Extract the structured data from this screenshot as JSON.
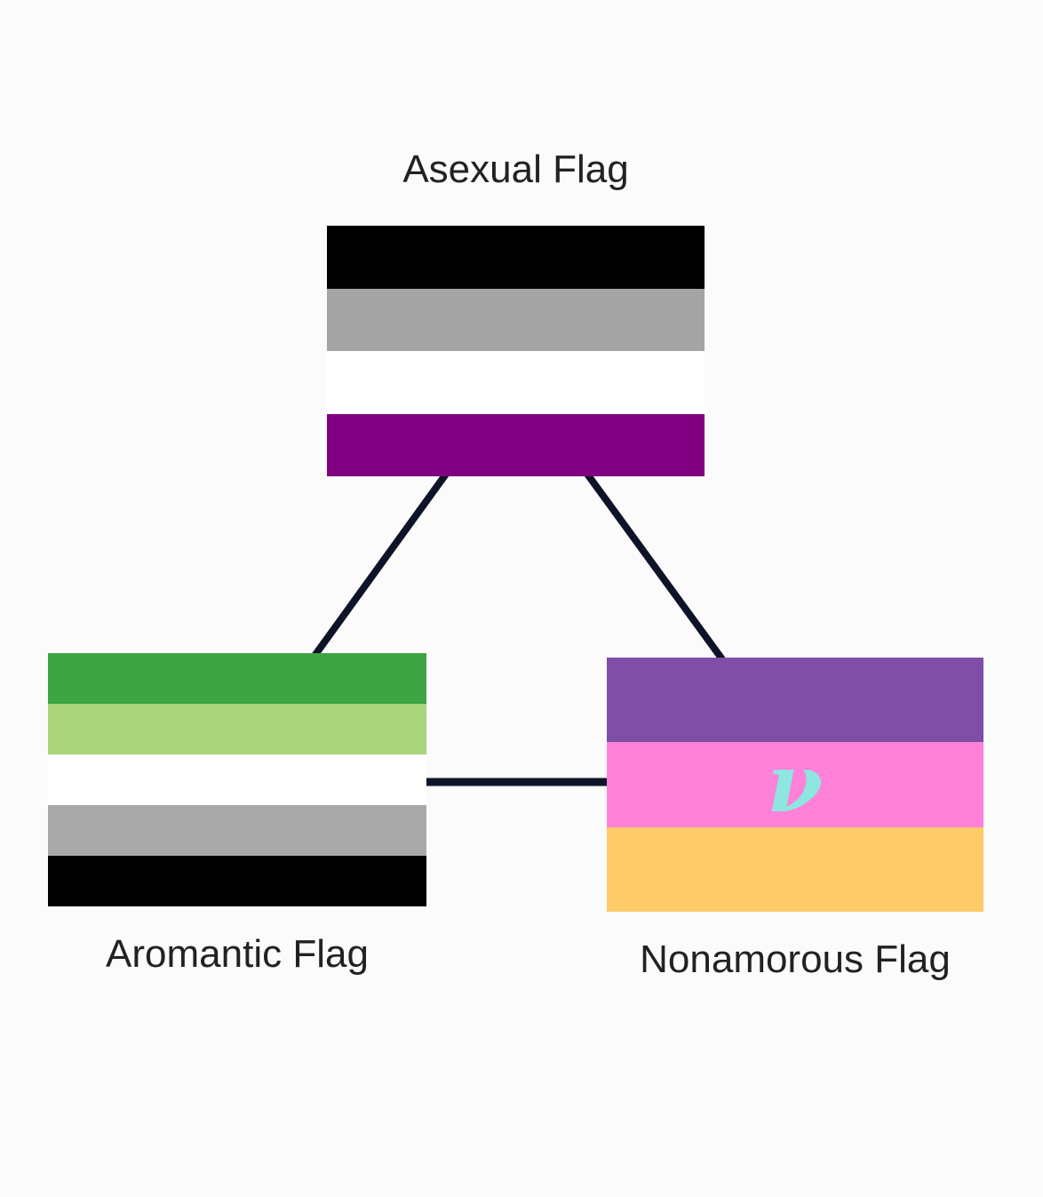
{
  "diagram": {
    "line_color": "#0e1428",
    "background": "#fbfbfb",
    "nodes": [
      {
        "id": "asexual",
        "label": "Asexual Flag",
        "stripes": [
          "#000000",
          "#a4a4a4",
          "#ffffff",
          "#810081"
        ]
      },
      {
        "id": "aromantic",
        "label": "Aromantic Flag",
        "stripes": [
          "#3da543",
          "#a9d47a",
          "#ffffff",
          "#a9a9a9",
          "#000000"
        ]
      },
      {
        "id": "nonamorous",
        "label": "Nonamorous Flag",
        "stripes": [
          "#7f4ea6",
          "#ff82d8",
          "#fdcb68"
        ],
        "symbol": "ν",
        "symbol_color": "#8ee6e0"
      }
    ],
    "edges": [
      {
        "from": "asexual",
        "to": "aromantic"
      },
      {
        "from": "asexual",
        "to": "nonamorous"
      },
      {
        "from": "aromantic",
        "to": "nonamorous"
      }
    ]
  }
}
